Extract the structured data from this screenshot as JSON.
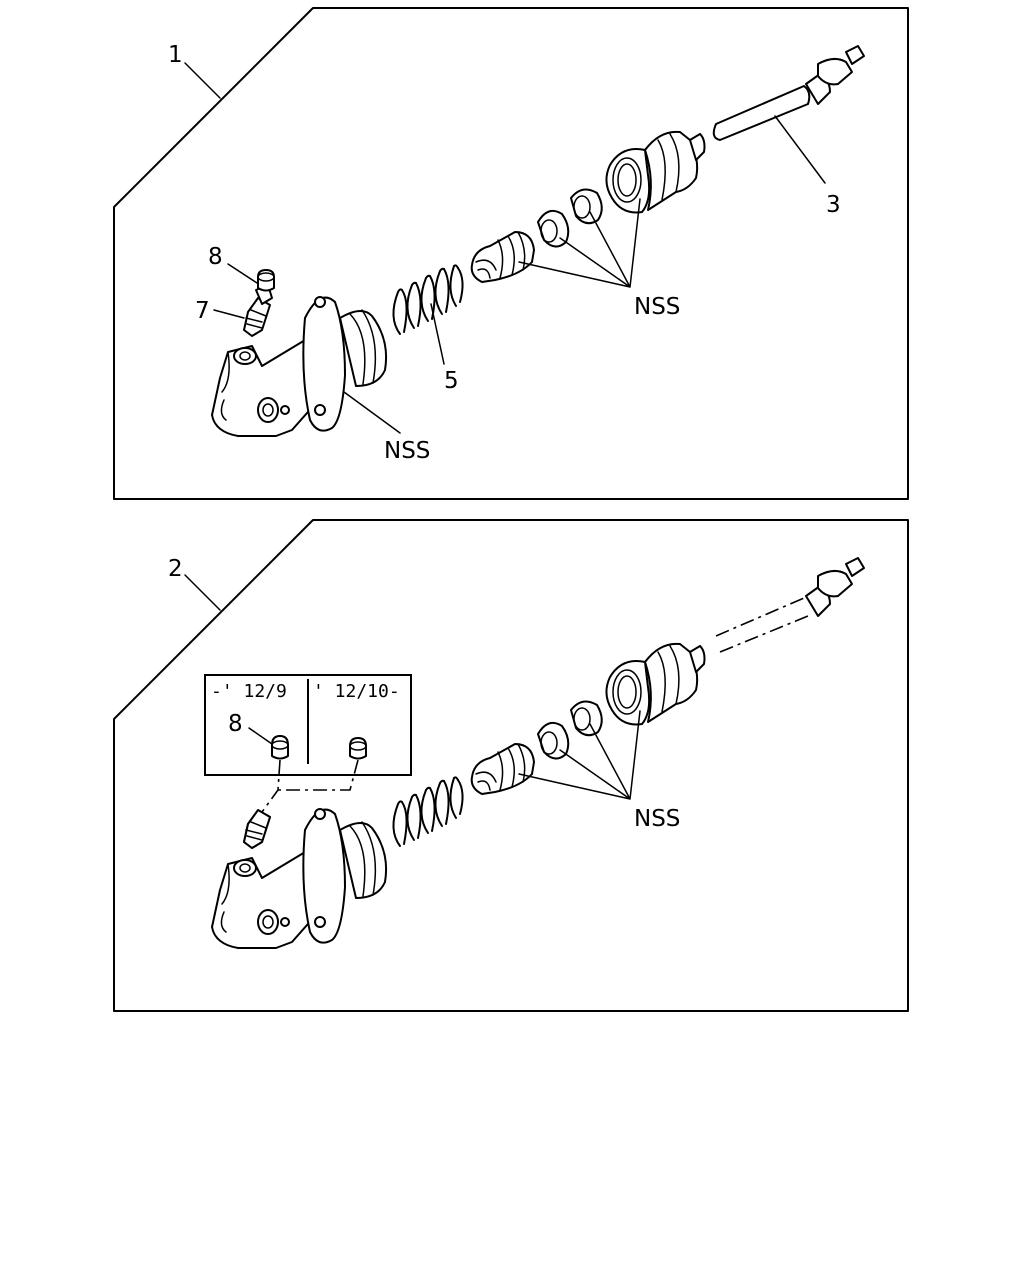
{
  "diagram": {
    "panel1": {
      "callout": "1",
      "labels": {
        "boot_rod": "3",
        "spring": "5",
        "bleeder": "7",
        "cap": "8",
        "nss_seals": "NSS",
        "nss_body": "NSS"
      }
    },
    "panel2": {
      "callout": "2",
      "labels": {
        "cap": "8",
        "nss_seals": "NSS"
      },
      "inset": {
        "left_range": "-' 12/9",
        "right_range": "' 12/10-"
      }
    }
  }
}
